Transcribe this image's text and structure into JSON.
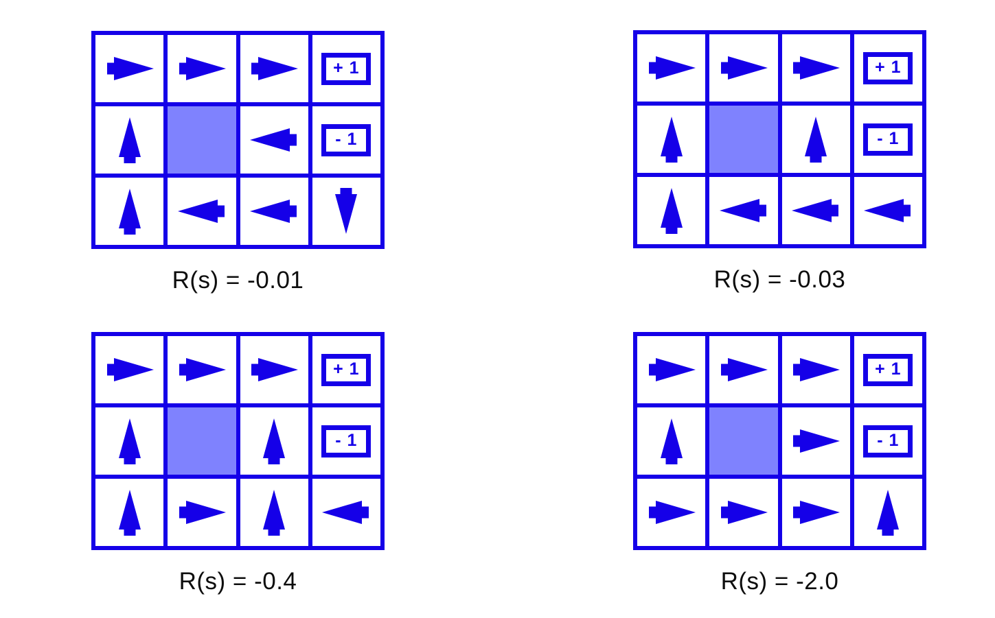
{
  "colors": {
    "line": "#1500e8",
    "wall": "#7f82fe",
    "cell_background": "#ffffff",
    "caption_text": "#0d0d0d",
    "page_background": "#ffffff"
  },
  "figure": {
    "title": "",
    "description": "Optimal policy grids for a 4x3 gridworld under four different living-reward values"
  },
  "chart_data": {
    "type": "table",
    "title": "",
    "xlabel": "",
    "ylabel": "",
    "legend": [],
    "grid_shape": {
      "rows": 3,
      "cols": 4
    },
    "wall_cell": {
      "row": 1,
      "col": 1
    },
    "terminal_cells": [
      {
        "row": 0,
        "col": 3,
        "value": "+ 1"
      },
      {
        "row": 1,
        "col": 3,
        "value": "- 1"
      }
    ],
    "panels": [
      {
        "id": "panel-top-left",
        "caption": "R(s) = -0.01",
        "reward_value": -0.01,
        "rows": [
          [
            {
              "type": "arrow",
              "dir": "right",
              "icon": "arrow-right-icon"
            },
            {
              "type": "arrow",
              "dir": "right",
              "icon": "arrow-right-icon"
            },
            {
              "type": "arrow",
              "dir": "right",
              "icon": "arrow-right-icon"
            },
            {
              "type": "terminal",
              "label": "+ 1",
              "icon": "reward-positive-icon"
            }
          ],
          [
            {
              "type": "arrow",
              "dir": "up",
              "icon": "arrow-up-icon"
            },
            {
              "type": "wall",
              "icon": "wall-cell-icon"
            },
            {
              "type": "arrow",
              "dir": "left",
              "icon": "arrow-left-icon"
            },
            {
              "type": "terminal",
              "label": "- 1",
              "icon": "reward-negative-icon"
            }
          ],
          [
            {
              "type": "arrow",
              "dir": "up",
              "icon": "arrow-up-icon"
            },
            {
              "type": "arrow",
              "dir": "left",
              "icon": "arrow-left-icon"
            },
            {
              "type": "arrow",
              "dir": "left",
              "icon": "arrow-left-icon"
            },
            {
              "type": "arrow",
              "dir": "down",
              "icon": "arrow-down-icon"
            }
          ]
        ]
      },
      {
        "id": "panel-top-right",
        "caption": "R(s) = -0.03",
        "reward_value": -0.03,
        "rows": [
          [
            {
              "type": "arrow",
              "dir": "right",
              "icon": "arrow-right-icon"
            },
            {
              "type": "arrow",
              "dir": "right",
              "icon": "arrow-right-icon"
            },
            {
              "type": "arrow",
              "dir": "right",
              "icon": "arrow-right-icon"
            },
            {
              "type": "terminal",
              "label": "+ 1",
              "icon": "reward-positive-icon"
            }
          ],
          [
            {
              "type": "arrow",
              "dir": "up",
              "icon": "arrow-up-icon"
            },
            {
              "type": "wall",
              "icon": "wall-cell-icon"
            },
            {
              "type": "arrow",
              "dir": "up",
              "icon": "arrow-up-icon"
            },
            {
              "type": "terminal",
              "label": "- 1",
              "icon": "reward-negative-icon"
            }
          ],
          [
            {
              "type": "arrow",
              "dir": "up",
              "icon": "arrow-up-icon"
            },
            {
              "type": "arrow",
              "dir": "left",
              "icon": "arrow-left-icon"
            },
            {
              "type": "arrow",
              "dir": "left",
              "icon": "arrow-left-icon"
            },
            {
              "type": "arrow",
              "dir": "left",
              "icon": "arrow-left-icon"
            }
          ]
        ]
      },
      {
        "id": "panel-bottom-left",
        "caption": "R(s) = -0.4",
        "reward_value": -0.4,
        "rows": [
          [
            {
              "type": "arrow",
              "dir": "right",
              "icon": "arrow-right-icon"
            },
            {
              "type": "arrow",
              "dir": "right",
              "icon": "arrow-right-icon"
            },
            {
              "type": "arrow",
              "dir": "right",
              "icon": "arrow-right-icon"
            },
            {
              "type": "terminal",
              "label": "+ 1",
              "icon": "reward-positive-icon"
            }
          ],
          [
            {
              "type": "arrow",
              "dir": "up",
              "icon": "arrow-up-icon"
            },
            {
              "type": "wall",
              "icon": "wall-cell-icon"
            },
            {
              "type": "arrow",
              "dir": "up",
              "icon": "arrow-up-icon"
            },
            {
              "type": "terminal",
              "label": "- 1",
              "icon": "reward-negative-icon"
            }
          ],
          [
            {
              "type": "arrow",
              "dir": "up",
              "icon": "arrow-up-icon"
            },
            {
              "type": "arrow",
              "dir": "right",
              "icon": "arrow-right-icon"
            },
            {
              "type": "arrow",
              "dir": "up",
              "icon": "arrow-up-icon"
            },
            {
              "type": "arrow",
              "dir": "left",
              "icon": "arrow-left-icon"
            }
          ]
        ]
      },
      {
        "id": "panel-bottom-right",
        "caption": "R(s) = -2.0",
        "reward_value": -2.0,
        "rows": [
          [
            {
              "type": "arrow",
              "dir": "right",
              "icon": "arrow-right-icon"
            },
            {
              "type": "arrow",
              "dir": "right",
              "icon": "arrow-right-icon"
            },
            {
              "type": "arrow",
              "dir": "right",
              "icon": "arrow-right-icon"
            },
            {
              "type": "terminal",
              "label": "+ 1",
              "icon": "reward-positive-icon"
            }
          ],
          [
            {
              "type": "arrow",
              "dir": "up",
              "icon": "arrow-up-icon"
            },
            {
              "type": "wall",
              "icon": "wall-cell-icon"
            },
            {
              "type": "arrow",
              "dir": "right",
              "icon": "arrow-right-icon"
            },
            {
              "type": "terminal",
              "label": "- 1",
              "icon": "reward-negative-icon"
            }
          ],
          [
            {
              "type": "arrow",
              "dir": "right",
              "icon": "arrow-right-icon"
            },
            {
              "type": "arrow",
              "dir": "right",
              "icon": "arrow-right-icon"
            },
            {
              "type": "arrow",
              "dir": "right",
              "icon": "arrow-right-icon"
            },
            {
              "type": "arrow",
              "dir": "up",
              "icon": "arrow-up-icon"
            }
          ]
        ]
      }
    ]
  }
}
